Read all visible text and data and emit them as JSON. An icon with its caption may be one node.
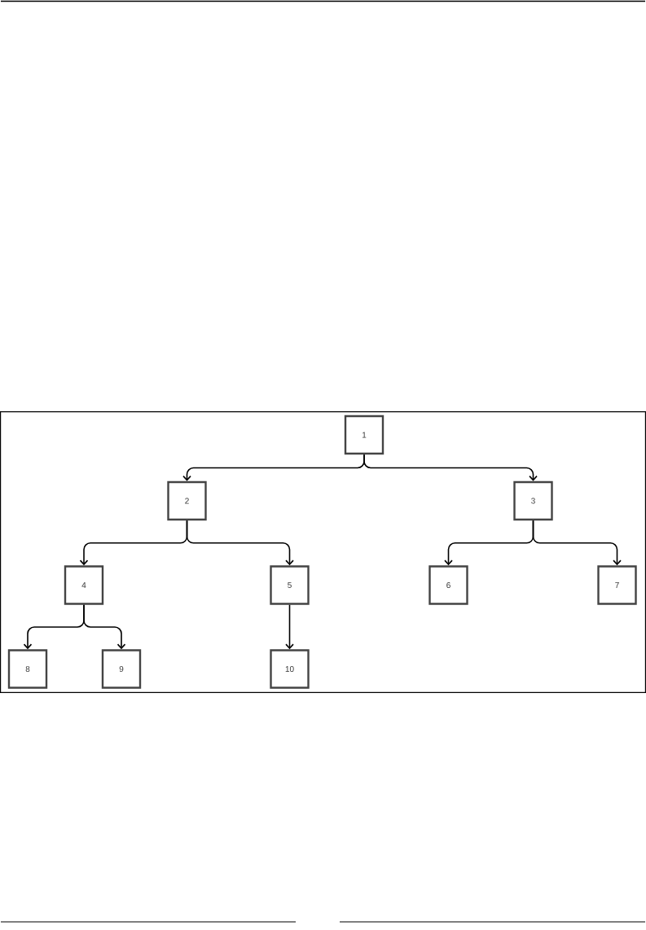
{
  "diagram": {
    "nodes": [
      {
        "text": [
          "1"
        ]
      },
      {
        "text": [
          "2"
        ]
      },
      {
        "text": [
          "3"
        ]
      },
      {
        "text": [
          "4"
        ]
      },
      {
        "text": [
          "5"
        ]
      },
      {
        "text": [
          "6"
        ]
      },
      {
        "text": [
          "7"
        ]
      },
      {
        "text": [
          "8"
        ]
      },
      {
        "text": [
          "9"
        ]
      },
      {
        "text": [
          "10"
        ]
      }
    ],
    "edges": [
      {
        "from": 0,
        "to": 1,
        "arrow": "to"
      },
      {
        "from": 0,
        "to": 2,
        "arrow": "to"
      },
      {
        "from": 1,
        "to": 3,
        "arrow": "to"
      },
      {
        "from": 1,
        "to": 4,
        "arrow": "to"
      },
      {
        "from": 2,
        "to": 5,
        "arrow": "to"
      },
      {
        "from": 2,
        "to": 6,
        "arrow": "to"
      },
      {
        "from": 3,
        "to": 7,
        "arrow": "to"
      },
      {
        "from": 3,
        "to": 8,
        "arrow": "to"
      },
      {
        "from": 4,
        "to": 9,
        "arrow": "to"
      }
    ]
  }
}
